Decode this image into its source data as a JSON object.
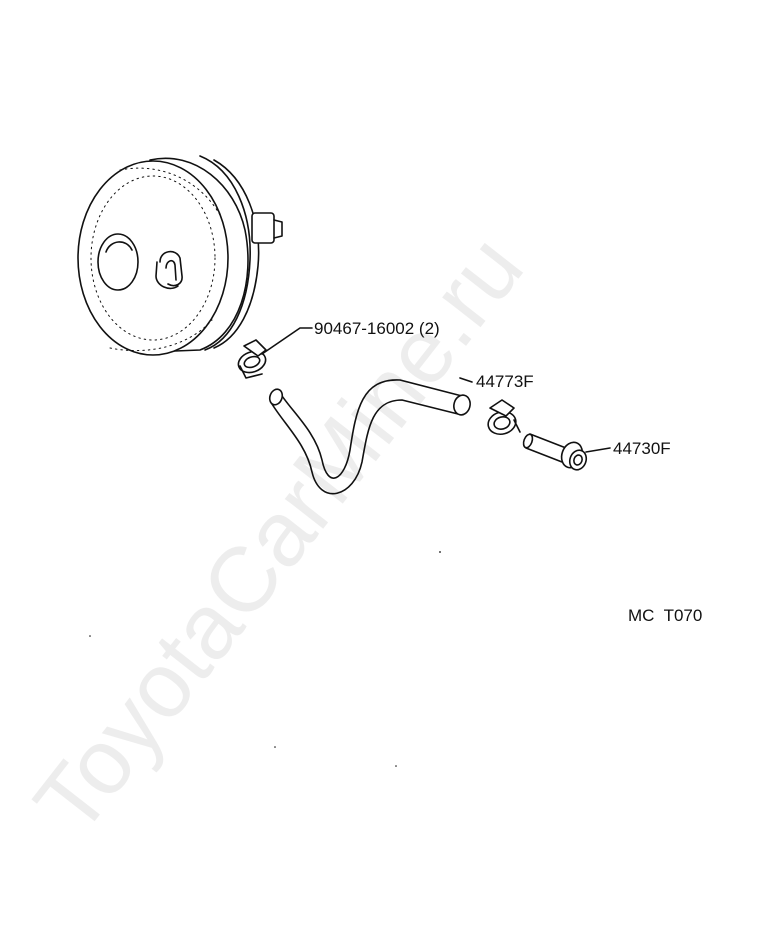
{
  "watermark": "ToyotaCarMine.ru",
  "diagram_code": "MC  T070",
  "parts": [
    {
      "id": "clamp",
      "number": "90467-16002 (2)"
    },
    {
      "id": "vacuum_hose",
      "number": "44773F"
    },
    {
      "id": "check_valve",
      "number": "44730F"
    }
  ]
}
